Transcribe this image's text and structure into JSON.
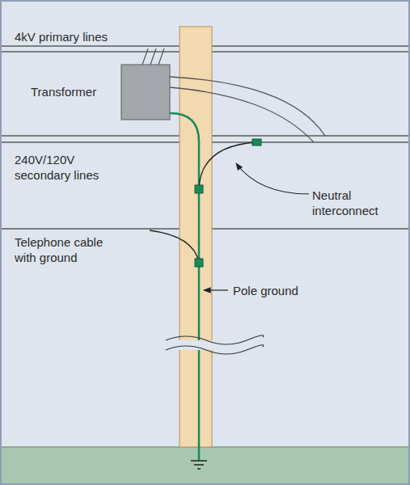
{
  "diagram": {
    "labels": [
      "4kV primary lines",
      "Transformer",
      "240V/120V secondary lines",
      "Neutral interconnect",
      "Telephone cable with ground",
      "Pole ground"
    ]
  }
}
